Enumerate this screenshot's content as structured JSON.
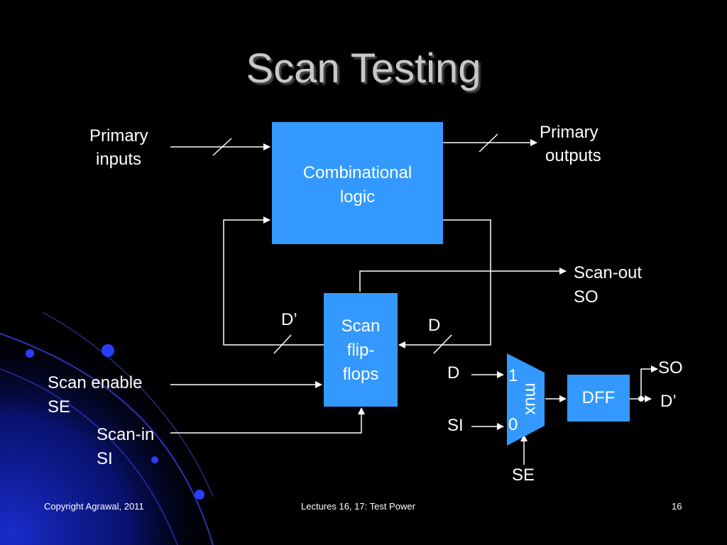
{
  "slide": {
    "title": "Scan Testing"
  },
  "blocks": {
    "combinational_line1": "Combinational",
    "combinational_line2": "logic",
    "scan_ff_line1": "Scan",
    "scan_ff_line2": "flip-",
    "scan_ff_line3": "flops",
    "dff": "DFF",
    "mux": "mux",
    "mux_input_1": "1",
    "mux_input_0": "0"
  },
  "labels": {
    "primary_inputs_1": "Primary",
    "primary_inputs_2": "inputs",
    "primary_outputs_1": "Primary",
    "primary_outputs_2": "outputs",
    "scan_out_1": "Scan-out",
    "scan_out_2": "SO",
    "d_prime": "D’",
    "d": "D",
    "scan_enable_1": "Scan enable",
    "scan_enable_2": "SE",
    "scan_in_1": "Scan-in",
    "scan_in_2": "SI",
    "mux_d": "D",
    "mux_si": "SI",
    "mux_se": "SE",
    "dff_so": "SO",
    "dff_d_prime": "D’"
  },
  "footer": {
    "copyright": "Copyright Agrawal, 2011",
    "lecture": "Lectures 16, 17: Test Power",
    "page": "16"
  },
  "colors": {
    "background": "#000000",
    "block_fill": "#3399ff",
    "title_text": "#c8c8c8",
    "line": "#ffffff",
    "decor_blue": "#1a2fd6"
  }
}
